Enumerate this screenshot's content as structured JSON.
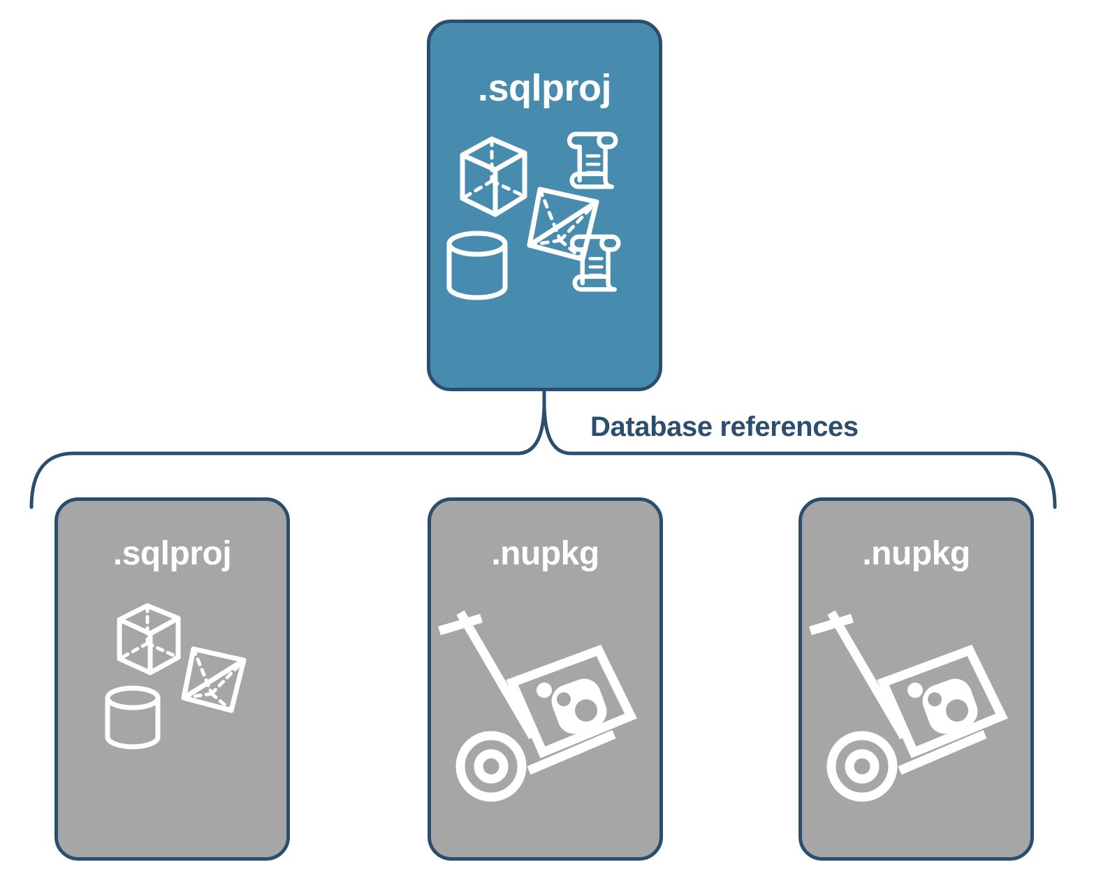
{
  "diagram": {
    "type": "hierarchy",
    "title": "",
    "colors": {
      "primary_fill": "#478caf",
      "secondary_fill": "#a6a6a6",
      "stroke": "#2c4e6e",
      "icon": "#ffffff",
      "background": "#ffffff"
    },
    "root": {
      "id": "root-sqlproj",
      "label": ".sqlproj",
      "fill": "#478caf",
      "icons": [
        "cube-icon",
        "script-scroll-icon",
        "pyramid-icon",
        "cylinder-icon",
        "script-scroll-icon"
      ]
    },
    "connector": {
      "style": "curly-brace",
      "label": "Database references",
      "label_color": "#2c4e6e"
    },
    "children": [
      {
        "id": "child-sqlproj",
        "label": ".sqlproj",
        "fill": "#a6a6a6",
        "icons": [
          "cube-icon",
          "pyramid-icon",
          "cylinder-icon"
        ]
      },
      {
        "id": "child-nupkg-1",
        "label": ".nupkg",
        "fill": "#a6a6a6",
        "icons": [
          "nuget-package-handtruck-icon"
        ]
      },
      {
        "id": "child-nupkg-2",
        "label": ".nupkg",
        "fill": "#a6a6a6",
        "icons": [
          "nuget-package-handtruck-icon"
        ]
      }
    ]
  }
}
